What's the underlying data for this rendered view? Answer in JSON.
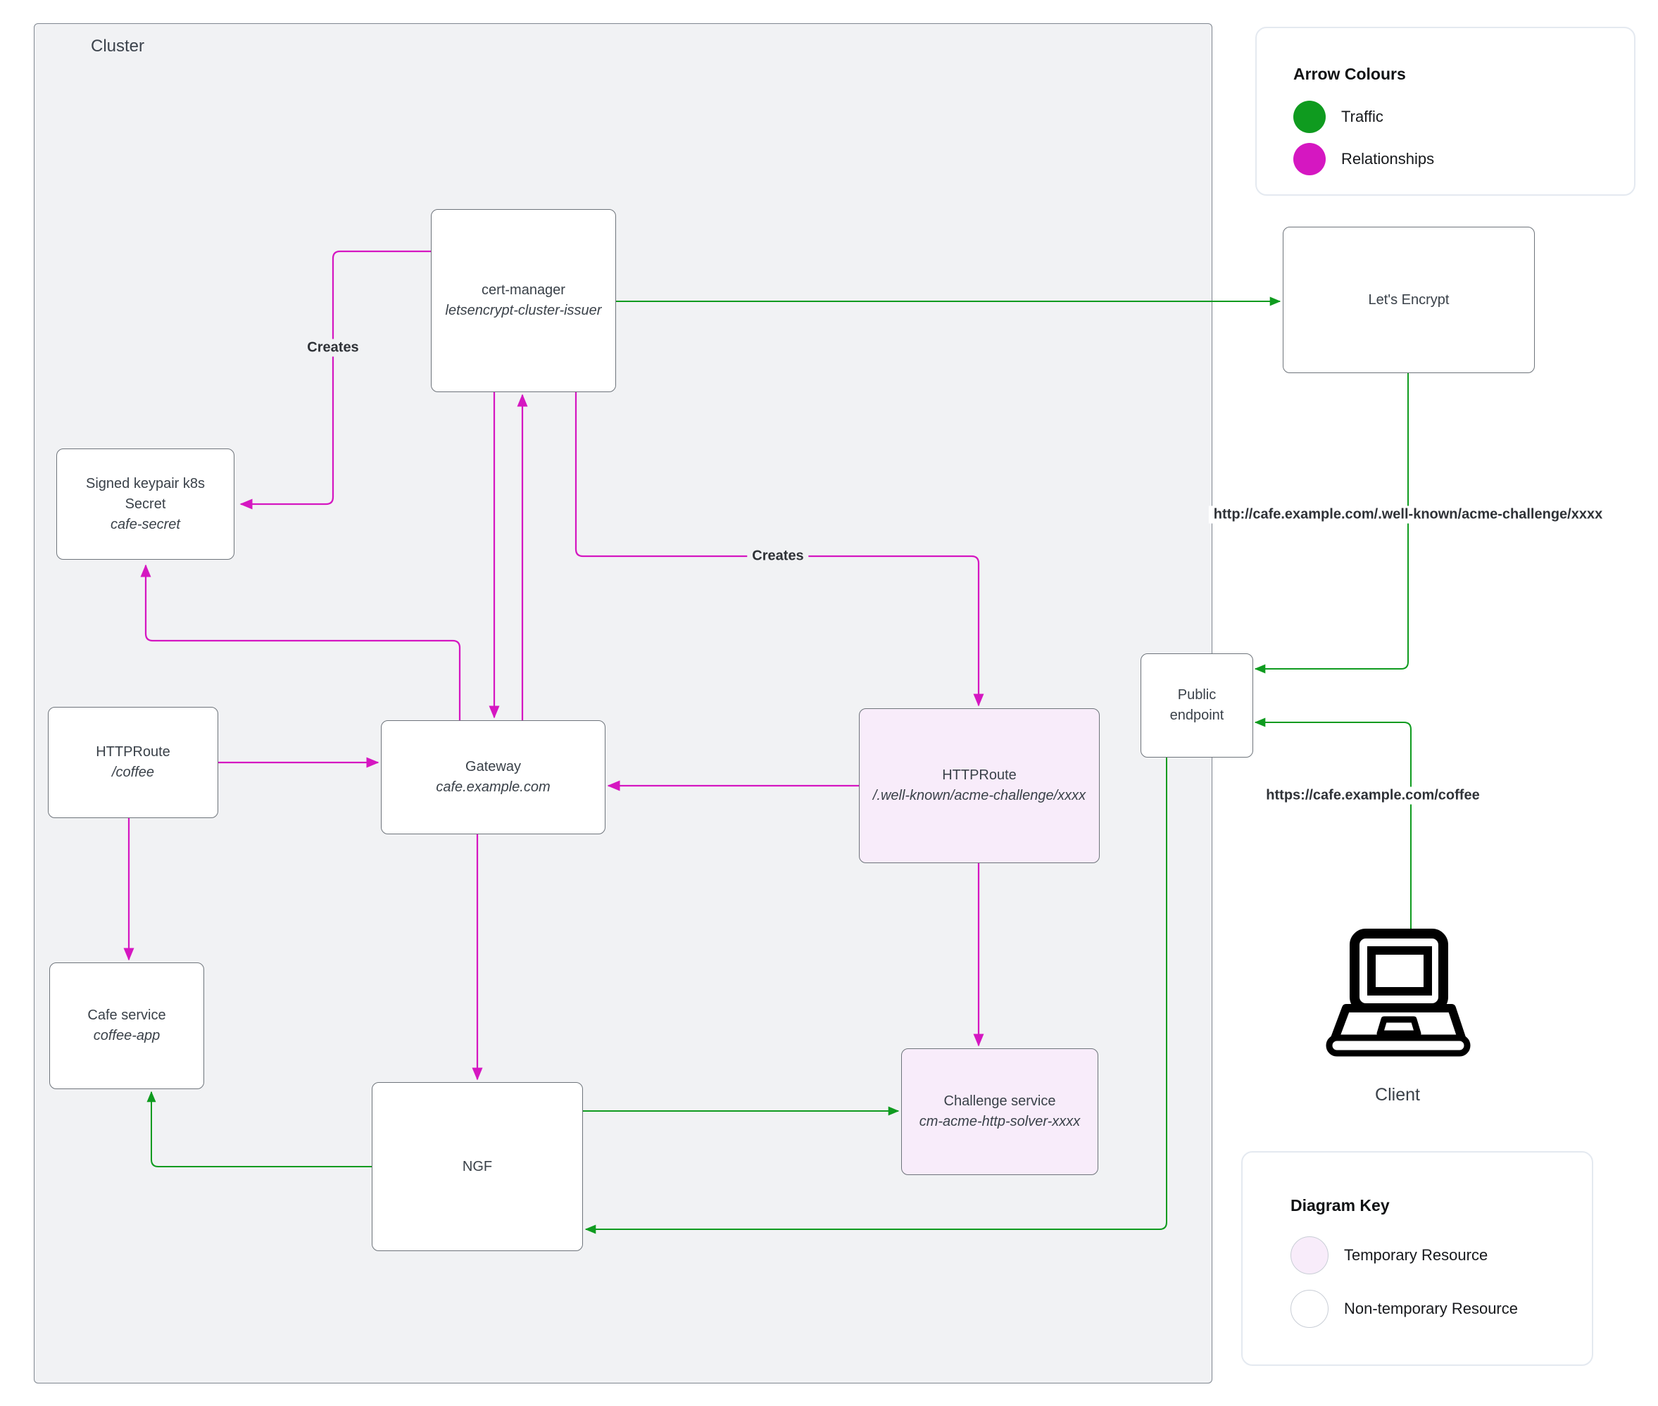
{
  "cluster": {
    "label": "Cluster"
  },
  "arrow_legend": {
    "title": "Arrow Colours",
    "items": [
      {
        "label": "Traffic",
        "color": "#0f9b1f"
      },
      {
        "label": "Relationships",
        "color": "#d517c1"
      }
    ]
  },
  "diagram_key": {
    "title": "Diagram Key",
    "items": [
      {
        "label": "Temporary Resource",
        "color": "#f8ecfa"
      },
      {
        "label": "Non-temporary Resource",
        "color": "#ffffff"
      }
    ]
  },
  "nodes": {
    "cert_manager": {
      "title": "cert-manager",
      "subtitle": "letsencrypt-cluster-issuer"
    },
    "lets_encrypt": {
      "title": "Let's Encrypt"
    },
    "signed_keypair_secret": {
      "title": "Signed keypair k8s Secret",
      "subtitle": "cafe-secret"
    },
    "httproute_coffee": {
      "title": "HTTPRoute",
      "subtitle": "/coffee"
    },
    "gateway": {
      "title": "Gateway",
      "subtitle": "cafe.example.com"
    },
    "httproute_acme": {
      "title": "HTTPRoute",
      "subtitle": "/.well-known/acme-challenge/xxxx"
    },
    "public_endpoint": {
      "title": "Public endpoint"
    },
    "cafe_service": {
      "title": "Cafe service",
      "subtitle": "coffee-app"
    },
    "ngf": {
      "title": "NGF"
    },
    "challenge_service": {
      "title": "Challenge service",
      "subtitle": "cm-acme-http-solver-xxxx"
    },
    "client": {
      "label": "Client"
    }
  },
  "edge_labels": {
    "creates_secret": "Creates",
    "creates_httproute": "Creates",
    "acme_challenge_url": "http://cafe.example.com/.well-known/acme-challenge/xxxx",
    "coffee_url": "https://cafe.example.com/coffee"
  },
  "colors": {
    "traffic_green": "#0f9b1f",
    "relationship_magenta": "#d517c1",
    "temporary_resource_pink": "#f8ecfa",
    "non_temporary_resource_white": "#ffffff",
    "cluster_background": "#f1f2f4"
  }
}
